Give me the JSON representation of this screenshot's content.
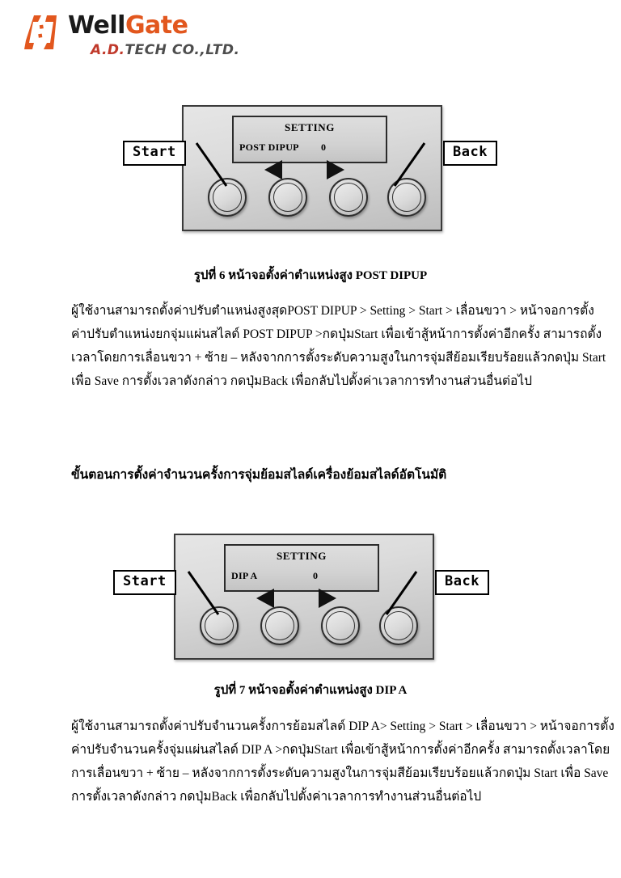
{
  "logo": {
    "mark_icon": "bracket-logo-icon",
    "name_part1": "Well",
    "name_part2": "Gate",
    "sub_part1": "A.D.",
    "sub_part2": "TECH CO.,LTD.",
    "color_orange": "#e2571e",
    "color_dark": "#1a1a1a",
    "color_red": "#c0392b",
    "color_grey": "#4d4d4d"
  },
  "figure1": {
    "lcd_title": "SETTING",
    "lcd_label": "POST DIPUP",
    "lcd_value": "0",
    "callout_left": "Start",
    "callout_right": "Back",
    "caption": "รูปที่ 6 หน้าจอตั้งค่าตำแหน่งสูง POST DIPUP"
  },
  "paragraph1": {
    "lines": [
      "ผู้ใช้งานสามารถตั้งค่าปรับตำแหน่งสูงสุดPOST DIPUP > Setting > Start > เลื่อนขวา > หน้าจอการตั้ง",
      "ค่าปรับตำแหน่งยกจุ่มแผ่นสไลด์ POST DIPUP >กดปุ่มStart เพื่อเข้าสู้หน้าการตั้งค่าอีกครั้ง สามารถตั้ง",
      "เวลาโดยการเลื่อนขวา + ซ้าย – หลังจากการตั้งระดับความสูงในการจุ่มสีย้อมเรียบร้อยแล้วกดปุ่ม Start",
      "เพื่อ Save การตั้งเวลาดังกล่าว กดปุ่มBack เพื่อกลับไปตั้งค่าเวลาการทำงานส่วนอื่นต่อไป"
    ]
  },
  "section_heading": "ขั้นตอนการตั้งค่าจำนวนครั้งการจุ่มย้อมสไลด์เครื่องย้อมสไลด์อัตโนมัติ",
  "figure2": {
    "lcd_title": "SETTING",
    "lcd_label": "DIP A",
    "lcd_value": "0",
    "callout_left": "Start",
    "callout_right": "Back",
    "caption": "รูปที่ 7 หน้าจอตั้งค่าตำแหน่งสูง DIP A"
  },
  "paragraph2": {
    "lines": [
      "ผู้ใช้งานสามารถตั้งค่าปรับจำนวนครั้งการย้อมสไลด์ DIP A> Setting > Start > เลื่อนขวา > หน้าจอการตั้ง",
      "ค่าปรับจำนวนครั้งจุ่มแผ่นสไลด์ DIP A >กดปุ่มStart เพื่อเข้าสู้หน้าการตั้งค่าอีกครั้ง สามารถตั้งเวลาโดย",
      "การเลื่อนขวา + ซ้าย – หลังจากการตั้งระดับความสูงในการจุ่มสีย้อมเรียบร้อยแล้วกดปุ่ม Start เพื่อ Save",
      "การตั้งเวลาดังกล่าว กดปุ่มBack เพื่อกลับไปตั้งค่าเวลาการทำงานส่วนอื่นต่อไป"
    ]
  }
}
